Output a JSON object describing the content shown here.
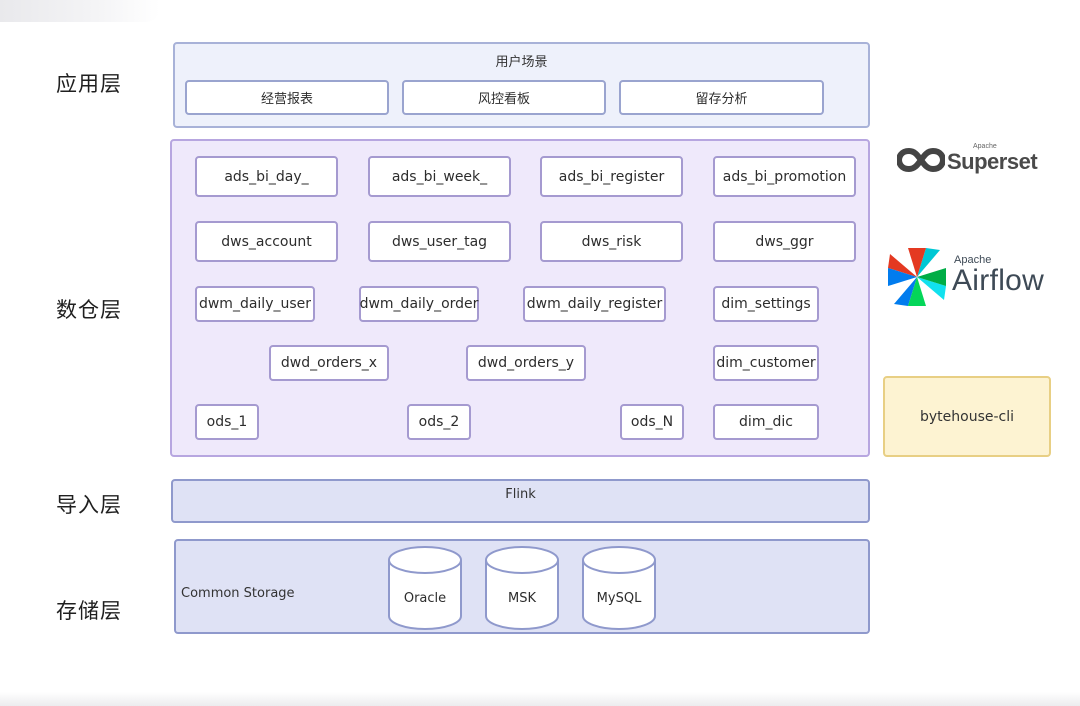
{
  "layers": {
    "app": "应用层",
    "dw": "数仓层",
    "import": "导入层",
    "storage": "存储层"
  },
  "app_panel": {
    "title": "用户场景",
    "items": [
      "经营报表",
      "风控看板",
      "留存分析"
    ]
  },
  "dw_panel": {
    "ads": [
      "ads_bi_day_",
      "ads_bi_week_",
      "ads_bi_register",
      "ads_bi_promotion"
    ],
    "dws": [
      "dws_account",
      "dws_user_tag",
      "dws_risk",
      "dws_ggr"
    ],
    "dwm": [
      "dwm_daily_user",
      "dwm_daily_order",
      "dwm_daily_register"
    ],
    "dwd": [
      "dwd_orders_x",
      "dwd_orders_y"
    ],
    "ods": [
      "ods_1",
      "ods_2",
      "ods_N"
    ],
    "dim": [
      "dim_settings",
      "dim_customer",
      "dim_dic"
    ]
  },
  "import_panel": {
    "title": "Flink"
  },
  "storage_panel": {
    "title": "Common Storage",
    "databases": [
      "Oracle",
      "MSK",
      "MySQL"
    ]
  },
  "tools": {
    "superset": {
      "apache": "Apache",
      "name": "Superset",
      "icon": "superset-logo-icon"
    },
    "airflow": {
      "apache": "Apache",
      "name": "Airflow",
      "icon": "airflow-pinwheel-icon"
    },
    "cli": "bytehouse-cli"
  },
  "colors": {
    "app_panel_bg": "#eef1fb",
    "dw_panel_bg": "#efe9fb",
    "import_storage_bg": "#dfe2f5",
    "cli_box_bg": "#fdf3d2"
  }
}
